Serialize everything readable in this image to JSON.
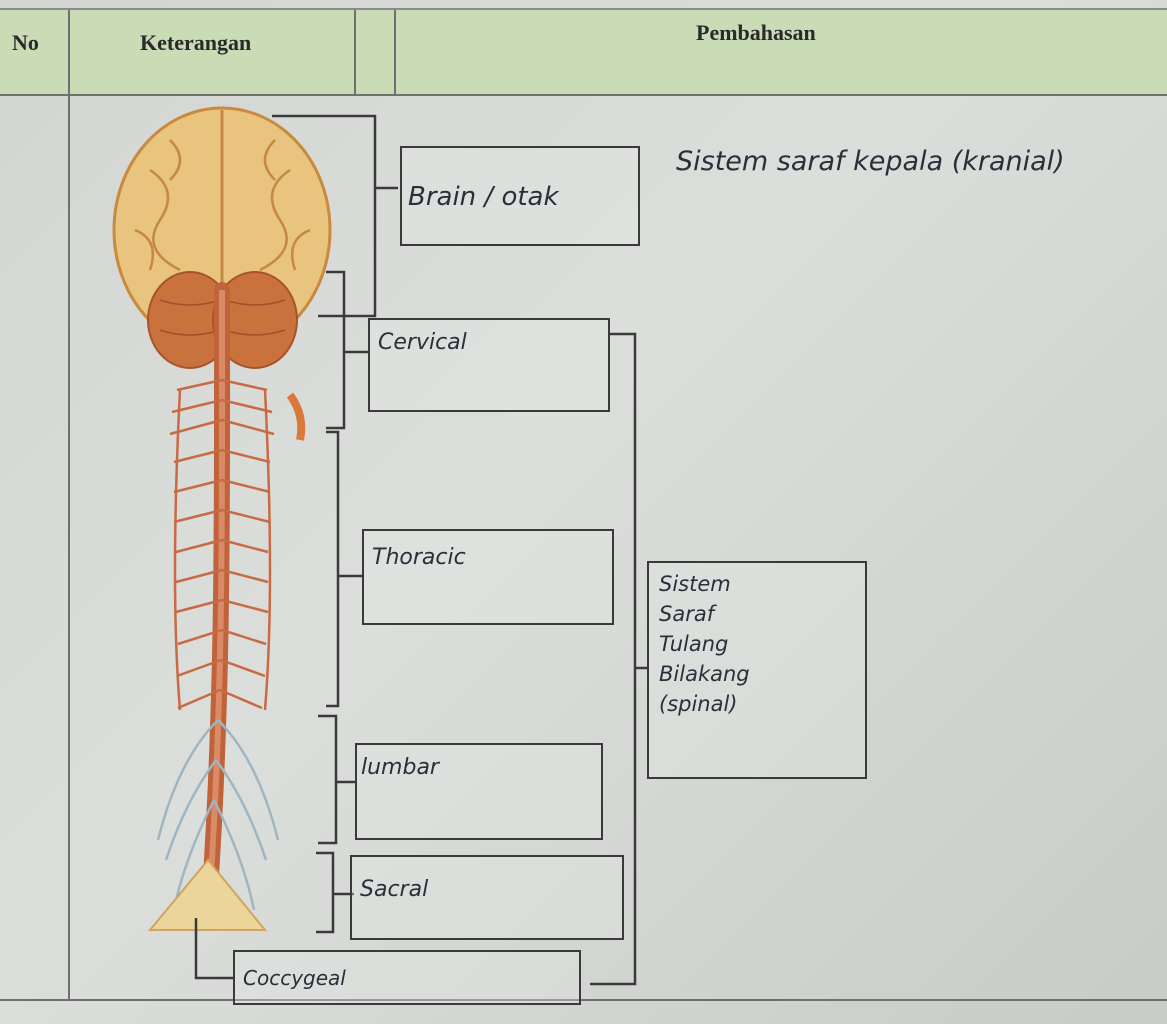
{
  "header": {
    "col_no": "No",
    "col_keterangan": "Keterangan",
    "col_pembahasan": "Pembahasan"
  },
  "labels": {
    "brain": "Brain / otak",
    "cervical": "Cervical",
    "thoracic": "Thoracic",
    "lumbar": "lumbar",
    "sacral": "Sacral",
    "coccygeal": "Coccygeal"
  },
  "notes": {
    "cranial": "Sistem saraf kepala (kranial)",
    "spinal": [
      "Sistem",
      "Saraf",
      "Tulang",
      "Bilakang",
      "(spinal)"
    ]
  },
  "colors": {
    "header_bg": "#c9dcb6",
    "nerve": "#c0623a",
    "brain": "#e7c27c"
  }
}
